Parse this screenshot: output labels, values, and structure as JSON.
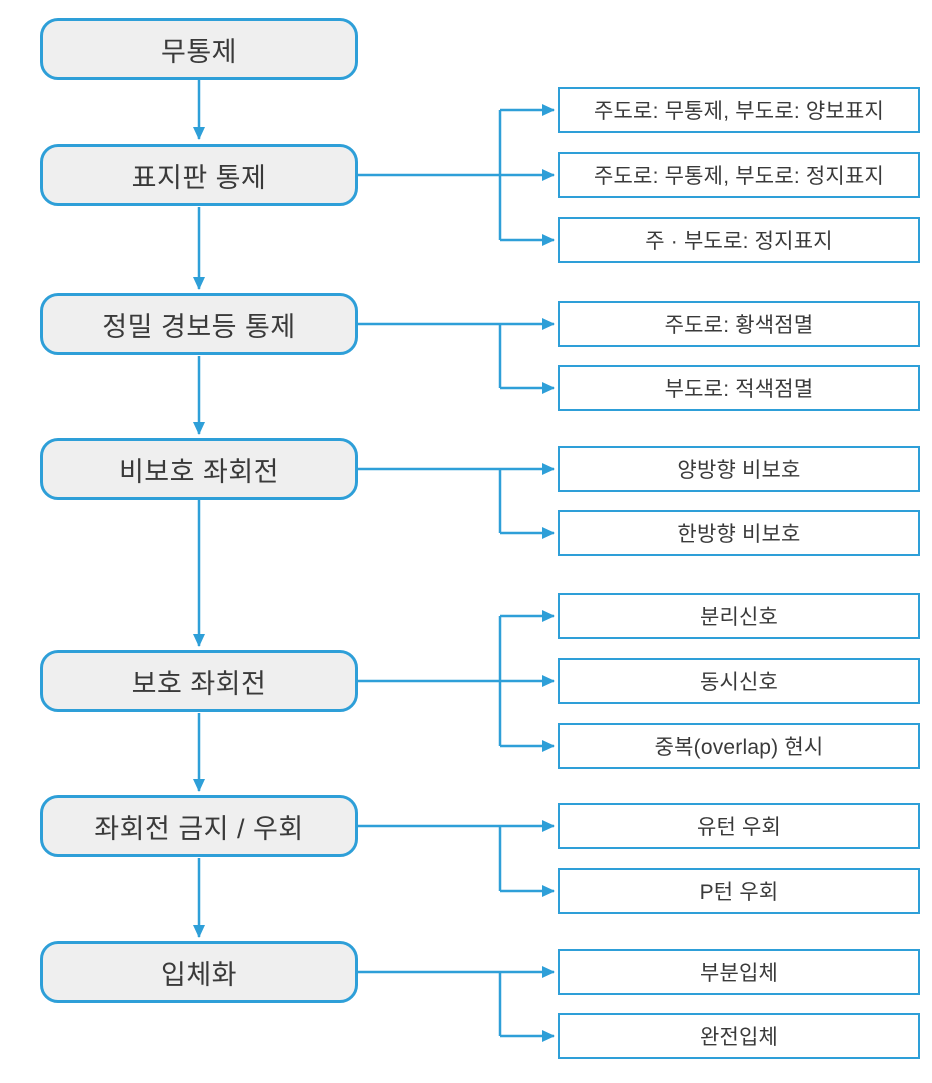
{
  "colors": {
    "accent": "#2E9FD8",
    "stage_fill": "#EFEFEF",
    "child_fill": "#FFFFFF",
    "text": "#3A3A3A"
  },
  "stages": [
    {
      "label": "무통제",
      "children": []
    },
    {
      "label": "표지판 통제",
      "children": [
        "주도로: 무통제, 부도로: 양보표지",
        "주도로: 무통제, 부도로: 정지표지",
        "주 · 부도로: 정지표지"
      ]
    },
    {
      "label": "정밀 경보등 통제",
      "children": [
        "주도로: 황색점멸",
        "부도로: 적색점멸"
      ]
    },
    {
      "label": "비보호 좌회전",
      "children": [
        "양방향 비보호",
        "한방향 비보호"
      ]
    },
    {
      "label": "보호 좌회전",
      "children": [
        "분리신호",
        "동시신호",
        "중복(overlap) 현시"
      ]
    },
    {
      "label": "좌회전 금지 / 우회",
      "children": [
        "유턴 우회",
        "P턴 우회"
      ]
    },
    {
      "label": "입체화",
      "children": [
        "부분입체",
        "완전입체"
      ]
    }
  ]
}
